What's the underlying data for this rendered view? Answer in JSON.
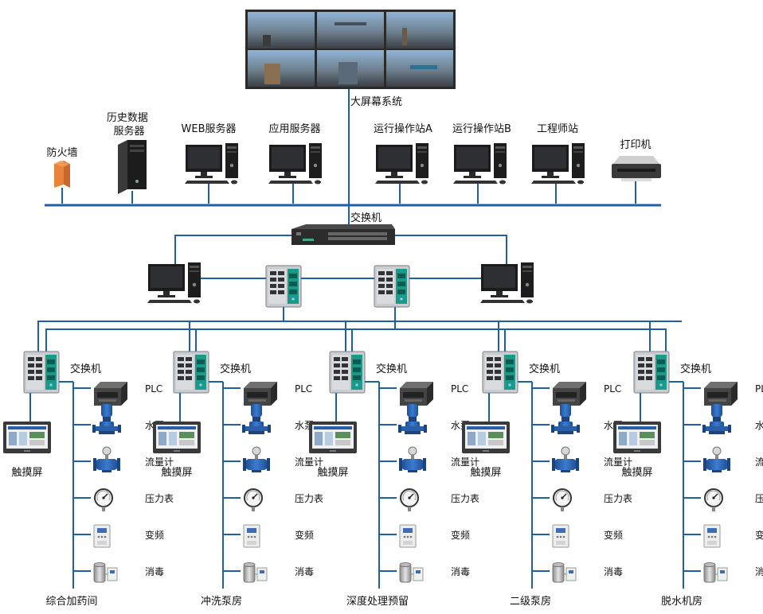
{
  "top": {
    "video_wall": "大屏幕系统",
    "firewall": "防火墙",
    "history_server": "历史数据服务器",
    "web_server": "WEB服务器",
    "app_server": "应用服务器",
    "op_station_a": "运行操作站A",
    "op_station_b": "运行操作站B",
    "engineer_station": "工程师站",
    "printer": "打印机"
  },
  "core_switch": "交换机",
  "stations": [
    {
      "name": "综合加药间",
      "switch": "交换机",
      "hmi": "触摸屏",
      "devices": [
        "PLC",
        "水泵",
        "流量计",
        "压力表",
        "变频",
        "消毒"
      ]
    },
    {
      "name": "冲洗泵房",
      "switch": "交换机",
      "hmi": "触摸屏",
      "devices": [
        "PLC",
        "水泵",
        "流量计",
        "压力表",
        "变频",
        "消毒"
      ]
    },
    {
      "name": "深度处理预留",
      "switch": "交换机",
      "hmi": "触摸屏",
      "devices": [
        "PLC",
        "水泵",
        "流量计",
        "压力表",
        "变频",
        "消毒"
      ]
    },
    {
      "name": "二级泵房",
      "switch": "交换机",
      "hmi": "触摸屏",
      "devices": [
        "PLC",
        "水泵",
        "流量计",
        "压力表",
        "变频",
        "消毒"
      ]
    },
    {
      "name": "脱水机房",
      "switch": "交换机",
      "hmi": "触摸屏",
      "devices": [
        "PLC",
        "水泵",
        "流量计",
        "压力表",
        "变频",
        "消毒"
      ]
    }
  ],
  "colors": {
    "bus": "#1f5fa8",
    "device_blue": "#2a5aa8",
    "firewall": "#e8833a"
  },
  "icons": [
    "video-wall-icon",
    "firewall-icon",
    "server-tower-icon",
    "desktop-pc-icon",
    "printer-icon",
    "network-switch-icon",
    "industrial-switch-icon",
    "plc-icon",
    "water-pump-icon",
    "flow-meter-icon",
    "pressure-gauge-icon",
    "vfd-icon",
    "disinfection-icon",
    "touch-screen-icon"
  ]
}
